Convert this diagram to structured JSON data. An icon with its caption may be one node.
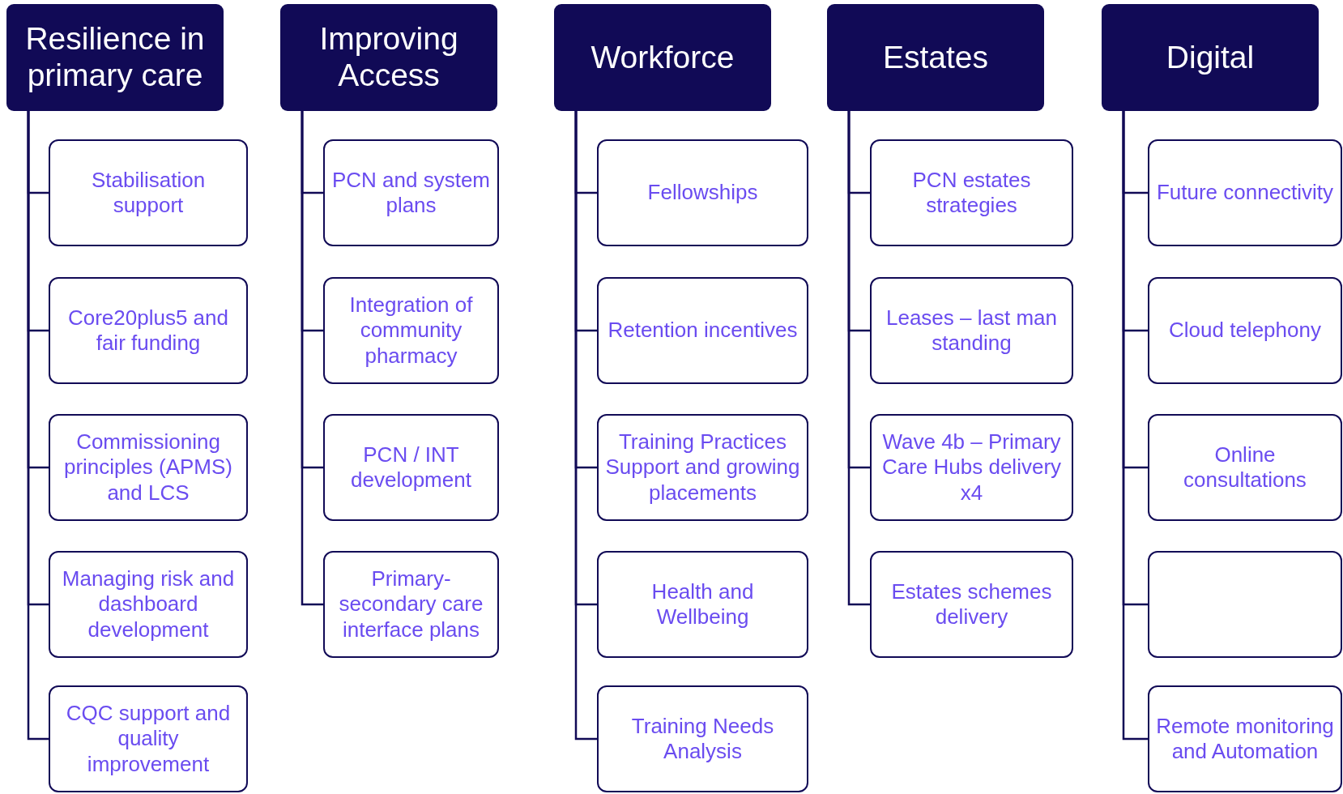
{
  "diagram": {
    "nodes": [
      {
        "text": [
          "Resilience in primary care"
        ]
      },
      {
        "text": [
          "Stabilisation support"
        ]
      },
      {
        "text": [
          "Core20plus5 and fair funding"
        ]
      },
      {
        "text": [
          "Commissioning principles (APMS) and LCS"
        ]
      },
      {
        "text": [
          "Managing risk and dashboard development"
        ]
      },
      {
        "text": [
          "CQC support and quality improvement"
        ]
      },
      {
        "text": [
          "Improving Access"
        ]
      },
      {
        "text": [
          "PCN and system plans"
        ]
      },
      {
        "text": [
          "Integration of community pharmacy"
        ]
      },
      {
        "text": [
          "PCN / INT development"
        ]
      },
      {
        "text": [
          "Primary-secondary care interface plans"
        ]
      },
      {
        "text": [
          "Workforce"
        ]
      },
      {
        "text": [
          "Fellowships"
        ]
      },
      {
        "text": [
          "Retention incentives"
        ]
      },
      {
        "text": [
          "Training Practices Support and growing placements"
        ]
      },
      {
        "text": [
          "Health and Wellbeing"
        ]
      },
      {
        "text": [
          "Training Needs Analysis"
        ]
      },
      {
        "text": [
          "Estates"
        ]
      },
      {
        "text": [
          "PCN estates strategies"
        ]
      },
      {
        "text": [
          "Leases – last man standing"
        ]
      },
      {
        "text": [
          "Wave 4b – Primary Care Hubs delivery x4"
        ]
      },
      {
        "text": [
          "Estates schemes delivery"
        ]
      },
      {
        "text": [
          "Digital"
        ]
      },
      {
        "text": [
          "Future connectivity"
        ]
      },
      {
        "text": [
          "Cloud telephony"
        ]
      },
      {
        "text": [
          "Online consultations"
        ]
      },
      {
        "text": [],
        "shape": "box"
      },
      {
        "text": [
          "Remote monitoring and Automation"
        ]
      }
    ],
    "edges": [
      {
        "from": 0,
        "to": 1,
        "arrow": "none"
      },
      {
        "from": 0,
        "to": 2,
        "arrow": "none"
      },
      {
        "from": 0,
        "to": 3,
        "arrow": "none"
      },
      {
        "from": 0,
        "to": 4,
        "arrow": "none"
      },
      {
        "from": 0,
        "to": 5,
        "arrow": "none"
      },
      {
        "from": 6,
        "to": 7,
        "arrow": "none"
      },
      {
        "from": 6,
        "to": 8,
        "arrow": "none"
      },
      {
        "from": 6,
        "to": 9,
        "arrow": "none"
      },
      {
        "from": 6,
        "to": 10,
        "arrow": "none"
      },
      {
        "from": 11,
        "to": 12,
        "arrow": "none"
      },
      {
        "from": 11,
        "to": 13,
        "arrow": "none"
      },
      {
        "from": 11,
        "to": 14,
        "arrow": "none"
      },
      {
        "from": 11,
        "to": 15,
        "arrow": "none"
      },
      {
        "from": 11,
        "to": 16,
        "arrow": "none"
      },
      {
        "from": 17,
        "to": 18,
        "arrow": "none"
      },
      {
        "from": 17,
        "to": 19,
        "arrow": "none"
      },
      {
        "from": 17,
        "to": 20,
        "arrow": "none"
      },
      {
        "from": 17,
        "to": 21,
        "arrow": "none"
      },
      {
        "from": 22,
        "to": 23,
        "arrow": "none"
      },
      {
        "from": 22,
        "to": 24,
        "arrow": "none"
      },
      {
        "from": 22,
        "to": 25,
        "arrow": "none"
      },
      {
        "from": 22,
        "to": 26,
        "arrow": "none"
      },
      {
        "from": 22,
        "to": 27,
        "arrow": "none"
      }
    ]
  }
}
